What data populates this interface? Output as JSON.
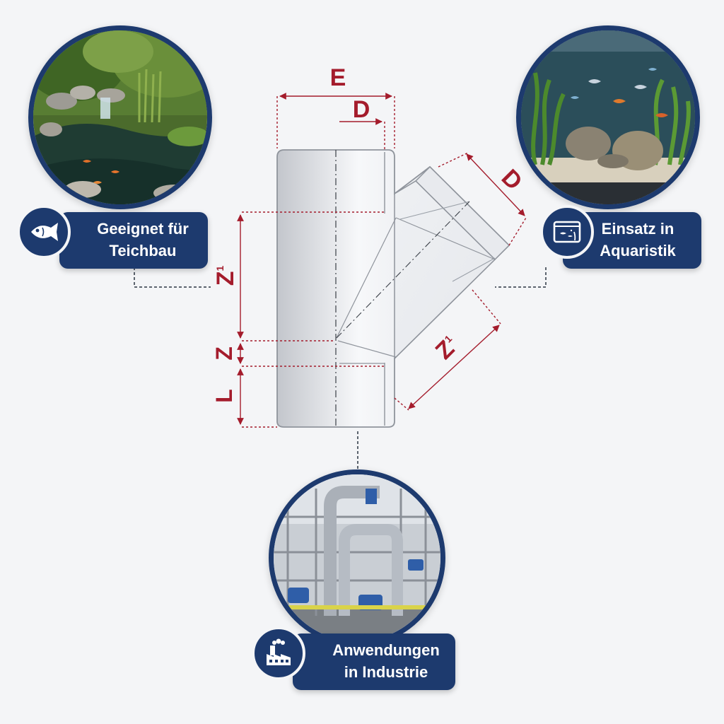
{
  "dimensions": {
    "E": "E",
    "D_top": "D",
    "D_branch": "D",
    "Z1_left": "Z",
    "Z1_left_sub": "1",
    "Z_left": "Z",
    "L_left": "L",
    "Z1_branch": "Z",
    "Z1_branch_sub": "1"
  },
  "applications": [
    {
      "id": "pond",
      "title_line1": "Geeignet für",
      "title_line2": "Teichbau",
      "icon": "fish-icon"
    },
    {
      "id": "aquarium",
      "title_line1": "Einsatz in",
      "title_line2": "Aquaristik",
      "icon": "aquarium-icon"
    },
    {
      "id": "industry",
      "title_line1": "Anwendungen",
      "title_line2": "in Industrie",
      "icon": "factory-icon"
    }
  ],
  "colors": {
    "dimension_red": "#a41c2c",
    "badge_navy": "#1d3a6e",
    "fitting_gray": "#dfe1e5",
    "background": "#f4f5f7"
  }
}
